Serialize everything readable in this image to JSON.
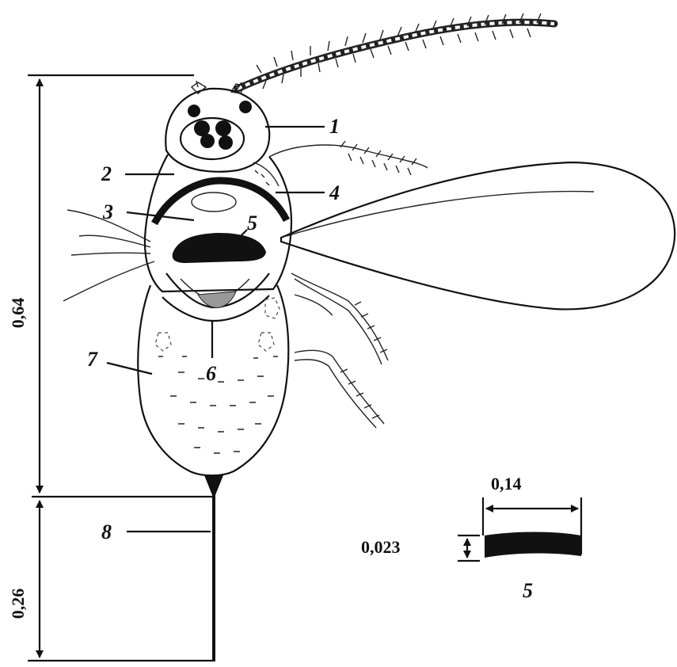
{
  "figure": {
    "part_labels": [
      "1",
      "2",
      "3",
      "4",
      "5",
      "6",
      "7",
      "8"
    ],
    "dimensions": {
      "body_length": "0,64",
      "ovipositor_length": "0,26",
      "part5_width": "0,14",
      "part5_thickness": "0,023"
    },
    "detail_label": "5"
  }
}
